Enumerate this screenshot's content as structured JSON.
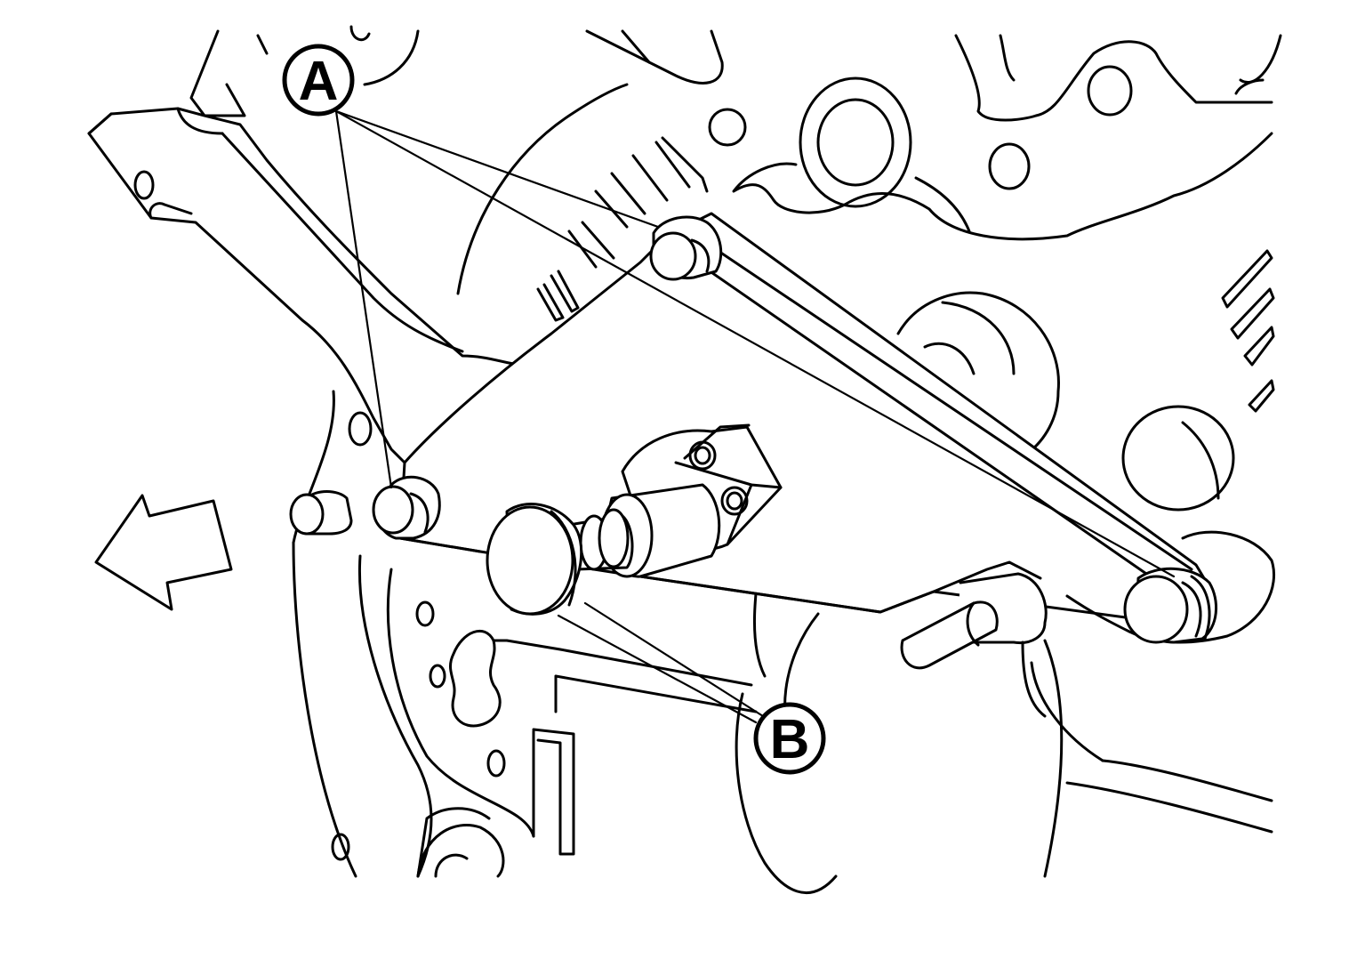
{
  "callouts": [
    {
      "id": "A",
      "label": "A"
    },
    {
      "id": "B",
      "label": "B"
    }
  ],
  "arrow": {
    "direction": "left"
  },
  "colors": {
    "line": "#000000",
    "background": "#ffffff"
  }
}
